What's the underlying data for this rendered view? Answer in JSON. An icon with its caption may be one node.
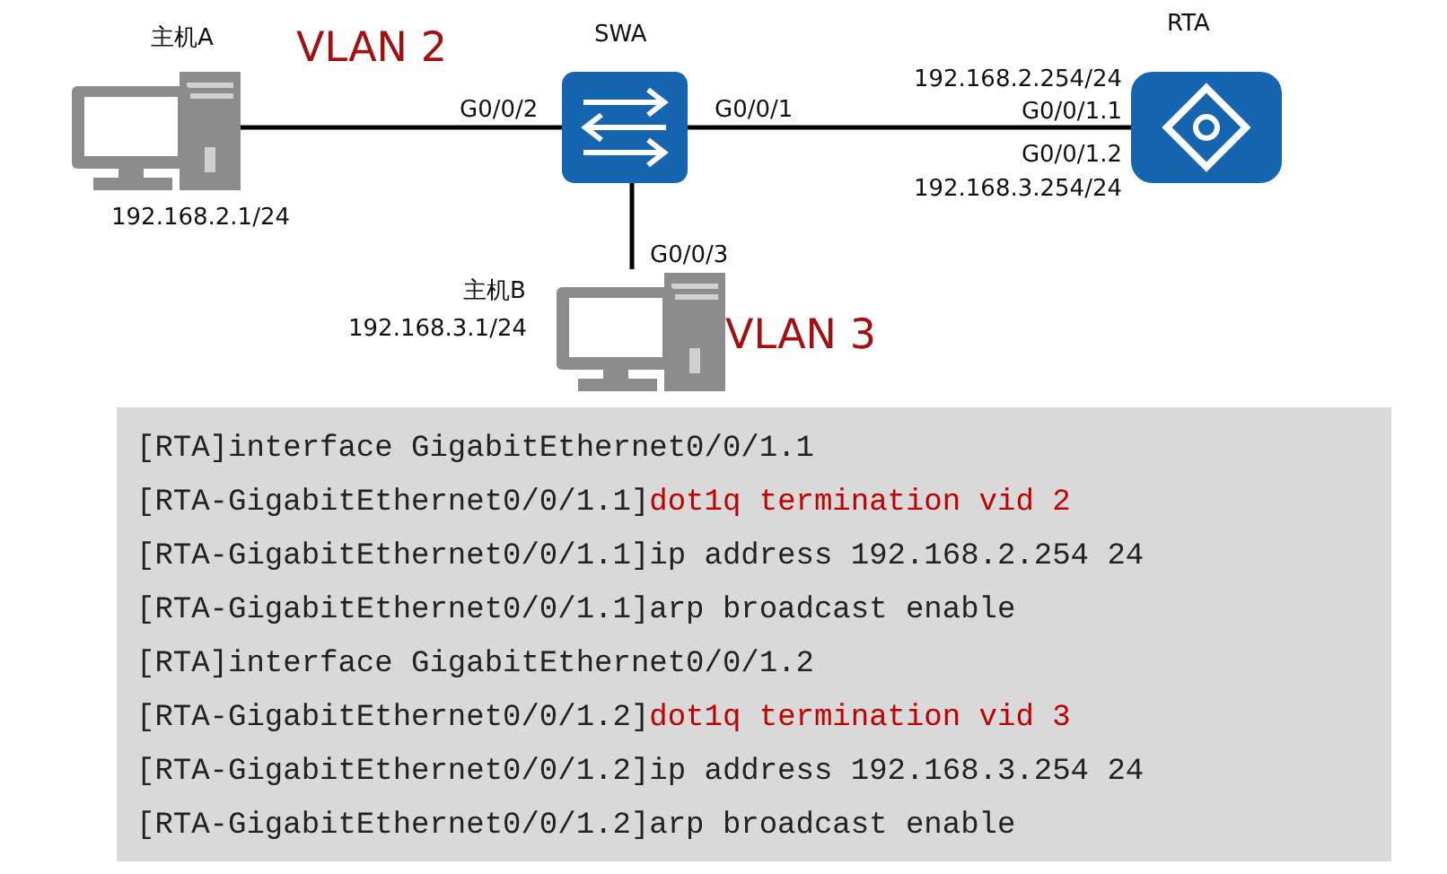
{
  "diagram": {
    "nodes": [
      {
        "text": [
          "主机A"
        ],
        "beside": [
          "192.168.2.1/24"
        ]
      },
      {
        "text": [
          "SWA"
        ]
      },
      {
        "text": [
          "RTA"
        ]
      },
      {
        "text": [
          "主机B"
        ],
        "beside": [
          "192.168.3.1/24"
        ]
      },
      {
        "text": [
          "[RTA]interface GigabitEthernet0/0/1.1",
          "[RTA-GigabitEthernet0/0/1.1]",
          "dot1q termination vid 2",
          "[RTA-GigabitEthernet0/0/1.1]ip address 192.168.2.254 24",
          "[RTA-GigabitEthernet0/0/1.1]arp broadcast enable",
          "[RTA]interface GigabitEthernet0/0/1.2",
          "[RTA-GigabitEthernet0/0/1.2]",
          "dot1q termination vid 3",
          "[RTA-GigabitEthernet0/0/1.2]ip address 192.168.3.254 24",
          "[RTA-GigabitEthernet0/0/1.2]arp broadcast enable"
        ]
      }
    ],
    "edges": [
      {
        "from": 0,
        "to": 1,
        "arrow": "none"
      },
      {
        "from": 1,
        "to": 2,
        "arrow": "none"
      },
      {
        "from": 1,
        "to": 3,
        "arrow": "none"
      }
    ],
    "labels": [
      "VLAN 2",
      "G0/0/2",
      "G0/0/1",
      "192.168.2.254/24",
      "G0/0/1.1",
      "G0/0/1.2",
      "192.168.3.254/24",
      "G0/0/3",
      "VLAN 3"
    ]
  }
}
